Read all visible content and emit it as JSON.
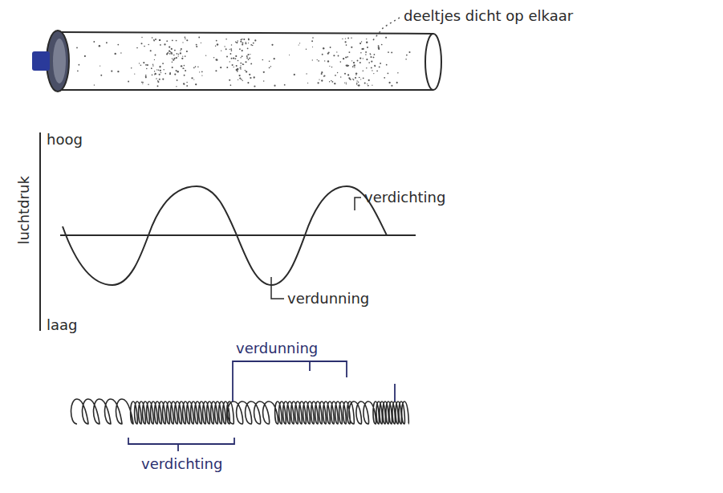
{
  "diagram": {
    "labels": [
      "deeltjes dicht op elkaar",
      "hoog",
      "luchtdruk",
      "laag",
      "verdichting",
      "verdunning",
      "verdunning",
      "verdichting"
    ]
  }
}
